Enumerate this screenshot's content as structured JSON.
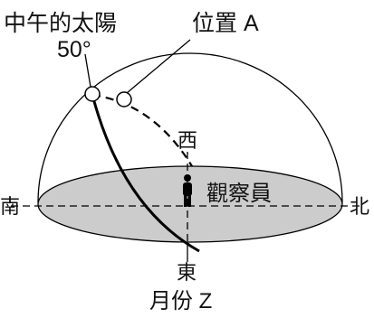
{
  "labels": {
    "noon_sun": "中午的太陽",
    "angle": "50°",
    "position_a": "位置 A",
    "west": "西",
    "south": "南",
    "north": "北",
    "east": "東",
    "observer": "觀察員",
    "month": "月份 Z"
  },
  "colors": {
    "ground": "#cccccc",
    "line": "#000000",
    "background": "#ffffff"
  }
}
